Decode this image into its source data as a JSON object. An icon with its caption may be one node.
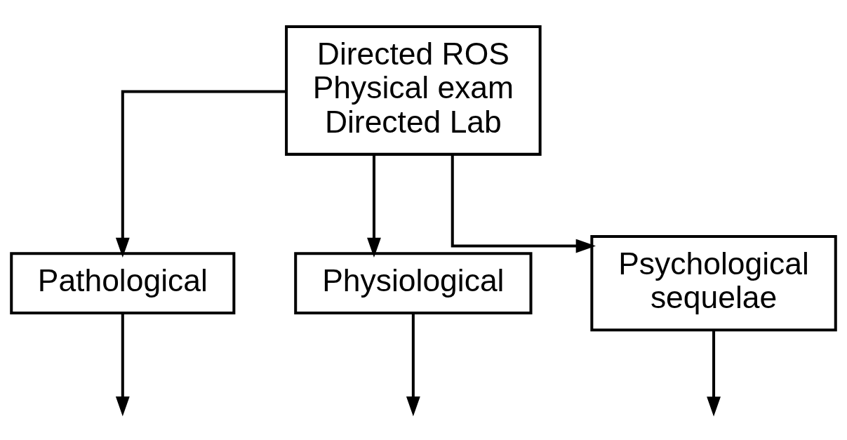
{
  "diagram": {
    "nodes": [
      {
        "text": [
          "Directed ROS",
          "Physical exam",
          "Directed Lab"
        ]
      },
      {
        "text": [
          "Pathological"
        ]
      },
      {
        "text": [
          "Physiological"
        ]
      },
      {
        "text": [
          "Psychological sequelae"
        ]
      }
    ],
    "edges": [
      {
        "from": 0,
        "to": 1,
        "arrow": "to"
      },
      {
        "from": 0,
        "to": 2,
        "arrow": "to"
      },
      {
        "from": 0,
        "to": 3,
        "arrow": "to"
      },
      {
        "from": 1,
        "to": null,
        "arrow": "to"
      },
      {
        "from": 2,
        "to": null,
        "arrow": "to"
      },
      {
        "from": 3,
        "to": null,
        "arrow": "to"
      }
    ]
  }
}
